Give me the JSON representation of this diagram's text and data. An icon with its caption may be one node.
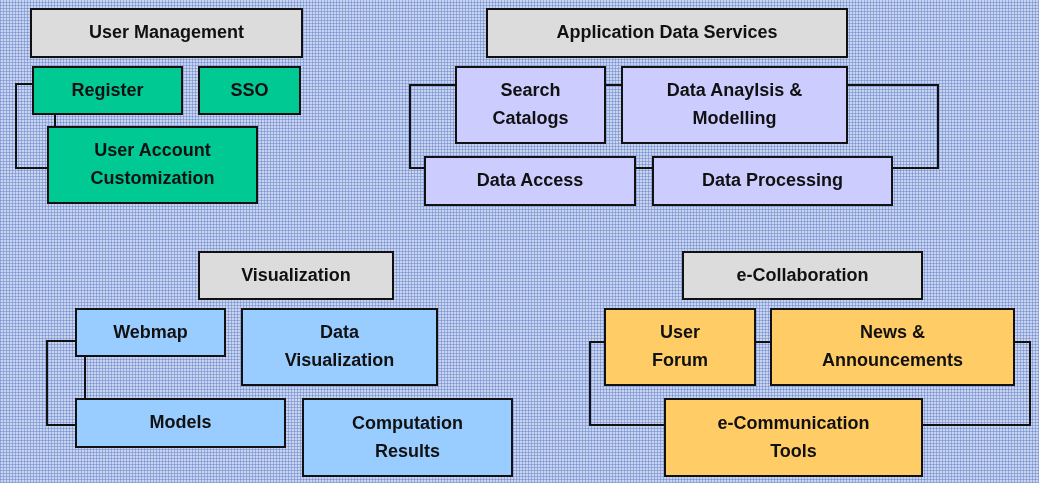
{
  "diagram": {
    "nodes": [
      {
        "text": [
          "User Management"
        ]
      },
      {
        "text": [
          "Register"
        ]
      },
      {
        "text": [
          "SSO"
        ]
      },
      {
        "text": [
          "User Account Customization"
        ]
      },
      {
        "text": [
          "Application Data Services"
        ]
      },
      {
        "text": [
          "Search Catalogs"
        ]
      },
      {
        "text": [
          "Data Anaylsis & Modelling"
        ]
      },
      {
        "text": [
          "Data Access"
        ]
      },
      {
        "text": [
          "Data Processing"
        ]
      },
      {
        "text": [
          "Visualization"
        ]
      },
      {
        "text": [
          "Webmap"
        ]
      },
      {
        "text": [
          "Data Visualization"
        ]
      },
      {
        "text": [
          "Models"
        ]
      },
      {
        "text": [
          "Computation Results"
        ]
      },
      {
        "text": [
          "e-Collaboration"
        ]
      },
      {
        "text": [
          "User Forum"
        ]
      },
      {
        "text": [
          "News & Announcements"
        ]
      },
      {
        "text": [
          "e-Communication Tools"
        ]
      }
    ],
    "edges": [
      {
        "from": 1,
        "to": 3,
        "arrow": "none"
      },
      {
        "from": 1,
        "to": 3,
        "arrow": "none"
      },
      {
        "from": 5,
        "to": 7,
        "arrow": "none"
      },
      {
        "from": 5,
        "to": 6,
        "arrow": "none"
      },
      {
        "from": 7,
        "to": 8,
        "arrow": "none"
      },
      {
        "from": 6,
        "to": 8,
        "arrow": "none"
      },
      {
        "from": 10,
        "to": 12,
        "arrow": "none"
      },
      {
        "from": 10,
        "to": 12,
        "arrow": "none"
      },
      {
        "from": 15,
        "to": 16,
        "arrow": "none"
      },
      {
        "from": 15,
        "to": 17,
        "arrow": "none"
      },
      {
        "from": 16,
        "to": 17,
        "arrow": "none"
      }
    ]
  }
}
